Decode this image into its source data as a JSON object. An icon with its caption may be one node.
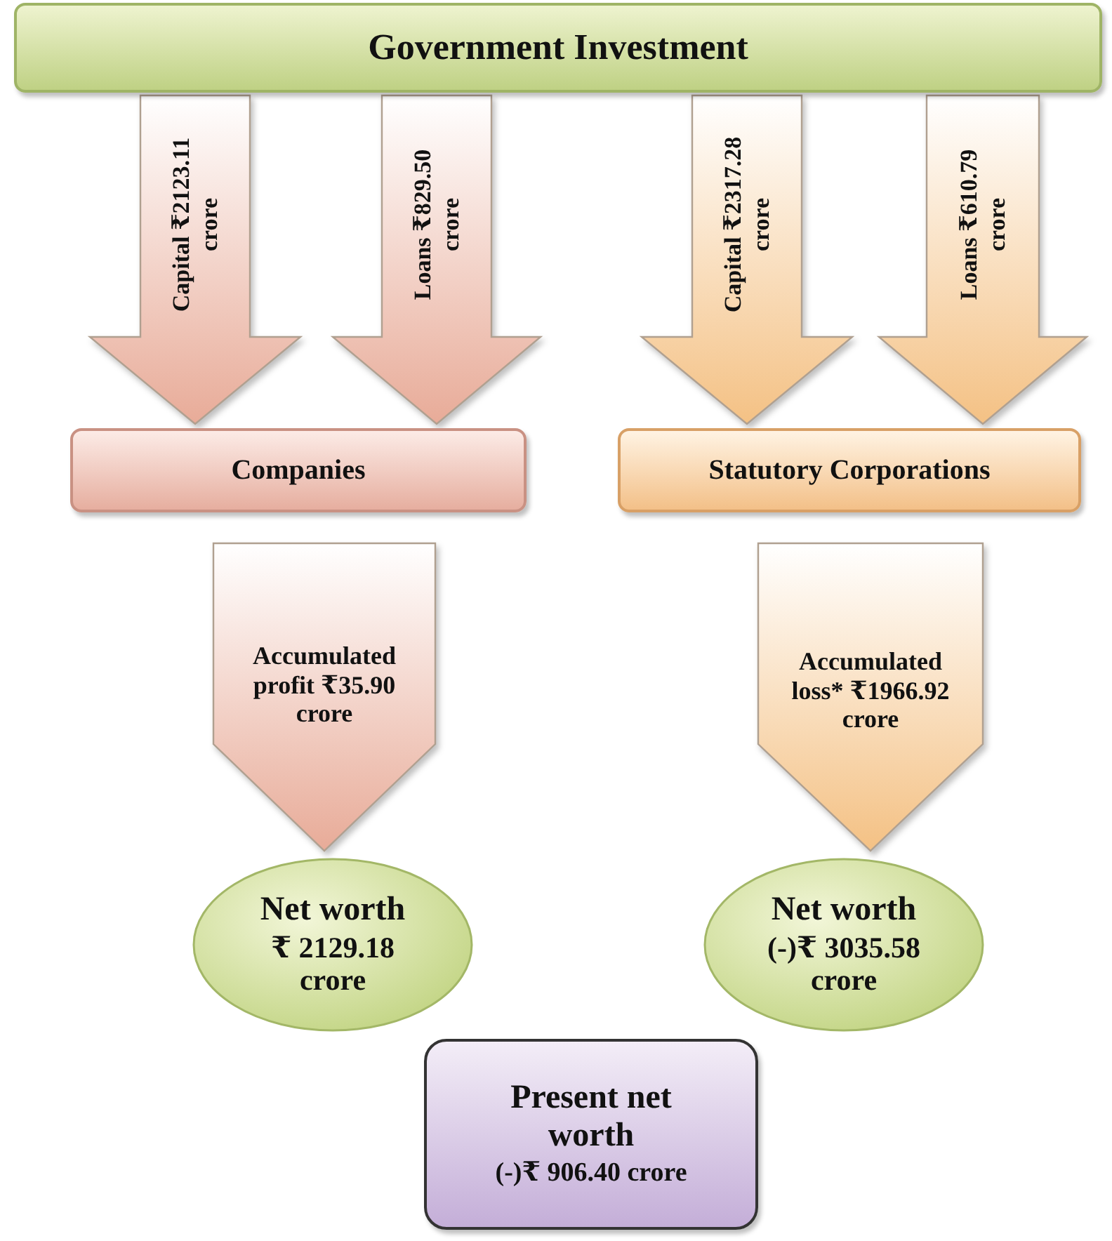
{
  "diagram": {
    "nodes": [
      {
        "text": [
          "Government Investment"
        ]
      },
      {
        "text": [
          "Companies"
        ]
      },
      {
        "text": [
          "Statutory Corporations"
        ]
      },
      {
        "text": [
          "Net worth",
          "₹ 2129.18 crore"
        ]
      },
      {
        "text": [
          "Net worth",
          "(-)₹ 3035.58 crore"
        ]
      },
      {
        "text": [
          "Present net worth",
          "(-)₹ 906.40 crore"
        ]
      }
    ],
    "edges": [
      {
        "from": 0,
        "to": 1,
        "arrow": "to",
        "label": "Capital ₹2123.11 crore",
        "color": "#e8ab98"
      },
      {
        "from": 0,
        "to": 1,
        "arrow": "to",
        "label": "Loans ₹829.50 crore",
        "color": "#e8ab98"
      },
      {
        "from": 0,
        "to": 2,
        "arrow": "to",
        "label": "Capital ₹2317.28 crore",
        "color": "#f4c184"
      },
      {
        "from": 0,
        "to": 2,
        "arrow": "to",
        "label": "Loans ₹610.79 crore",
        "color": "#f4c184"
      },
      {
        "from": 1,
        "to": 3,
        "arrow": "to",
        "label": "Accumulated profit ₹35.90 crore",
        "color": "#e8ab98"
      },
      {
        "from": 2,
        "to": 4,
        "arrow": "to",
        "label": "Accumulated loss* ₹1966.92 crore",
        "color": "#f4c184"
      }
    ]
  }
}
